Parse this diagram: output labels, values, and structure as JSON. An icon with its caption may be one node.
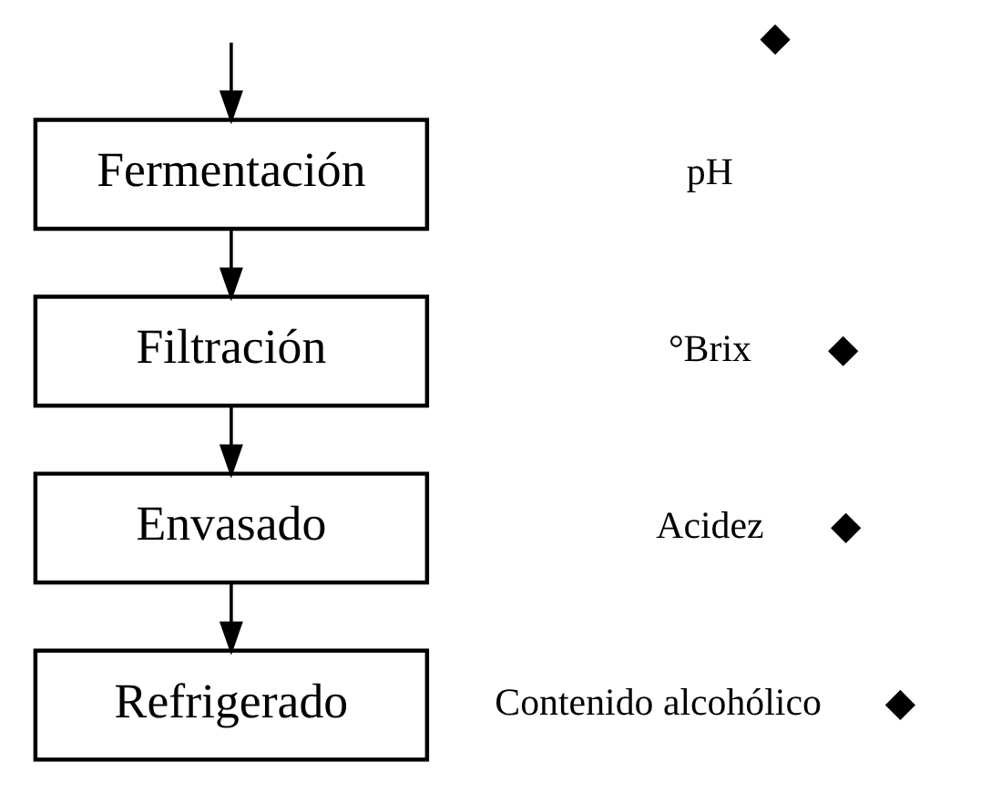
{
  "diagram": {
    "nodes": [
      {
        "text": [
          "Fermentación"
        ]
      },
      {
        "text": [
          "Filtración"
        ]
      },
      {
        "text": [
          "Envasado"
        ]
      },
      {
        "text": [
          "Refrigerado"
        ]
      }
    ],
    "edges": [
      {
        "from": null,
        "to": 0,
        "arrow": "to"
      },
      {
        "from": 0,
        "to": 1,
        "arrow": "to"
      },
      {
        "from": 1,
        "to": 2,
        "arrow": "to"
      },
      {
        "from": 2,
        "to": 3,
        "arrow": "to"
      }
    ],
    "labels": [
      "pH",
      "°Brix",
      "Acidez",
      "Contenido alcohólico"
    ]
  }
}
